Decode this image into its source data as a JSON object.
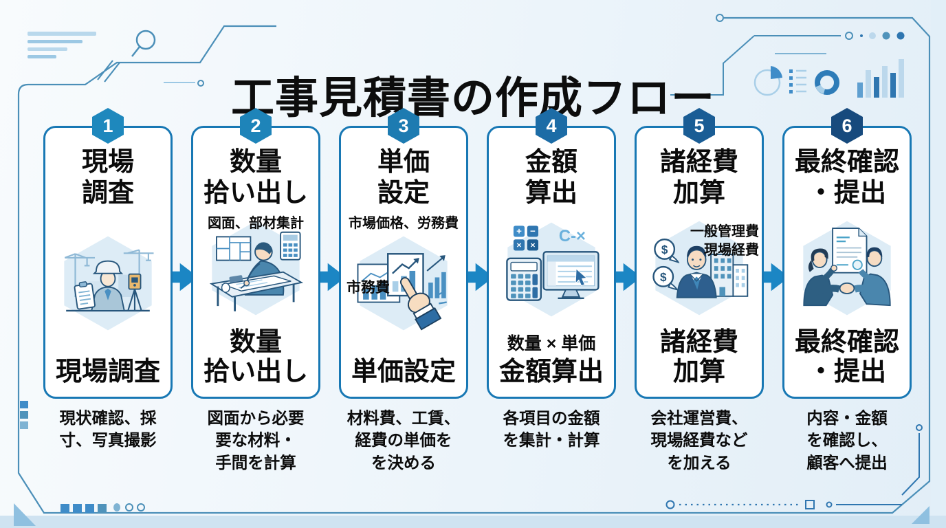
{
  "title": "工事見積書の作成フロー",
  "colors": {
    "accent_arrow": "#1b86c4",
    "card_border": "#1878b4",
    "circuit_line": "#4b8fb8",
    "text": "#0b0b0b"
  },
  "steps": [
    {
      "number": "1",
      "title": "現場\n調査",
      "label": "現場調査",
      "description": "現状確認、採\n寸、写真撮影",
      "badge_color": "#1e88bd",
      "illustration": "site-survey-worker-with-clipboard-and-theodolite"
    },
    {
      "number": "2",
      "title": "数量\n拾い出し",
      "caption_top": "図面、部材集計",
      "label": "数量\n拾い出し",
      "description": "図面から必要\n要な材料・\n手間を計算",
      "badge_color": "#1e84b9",
      "illustration": "person-measuring-blueprint-at-drafting-table"
    },
    {
      "number": "3",
      "title": "単価\n設定",
      "caption_top": "市場価格、労務費",
      "caption_side": "市務費",
      "label": "単価設定",
      "description": "材料費、工賃、\n経費の単価を\nを決める",
      "badge_color": "#1d7bb1",
      "illustration": "hand-pointing-at-price-charts"
    },
    {
      "number": "4",
      "title": "金額\n算出",
      "caption_bottom": "数量 × 単価",
      "caption_screen": "C-×",
      "label": "金額算出",
      "description": "各項目の金額\nを集計・計算",
      "badge_color": "#1c6ca6",
      "illustration": "calculator-and-monitor-with-spreadsheet"
    },
    {
      "number": "5",
      "title": "諸経費\n加算",
      "caption_overlay": "一般管理費\n現場経費",
      "label": "諸経費\n加算",
      "description": "会社運営費、\n現場経費など\nを加える",
      "badge_color": "#1a5d95",
      "illustration": "businessman-with-dollar-bubbles-and-buildings"
    },
    {
      "number": "6",
      "title": "最終確認\n・提出",
      "label": "最終確認\n・提出",
      "description": "内容・金額\nを確認し、\n顧客へ提出",
      "badge_color": "#174a7d",
      "illustration": "handshake-with-approved-document"
    }
  ],
  "decorations": {
    "top_left_icons": [
      "data-lines",
      "magnifier-icon",
      "circuit-lines"
    ],
    "top_right_icons": [
      "pie-chart-icon",
      "list-icon",
      "donut-chart-icon",
      "bar-chart-icon",
      "dots-row"
    ],
    "bottom_icons": [
      "squares-row",
      "dots-row",
      "dotted-trace",
      "corner-triangles"
    ],
    "dollar_symbol": "$"
  }
}
